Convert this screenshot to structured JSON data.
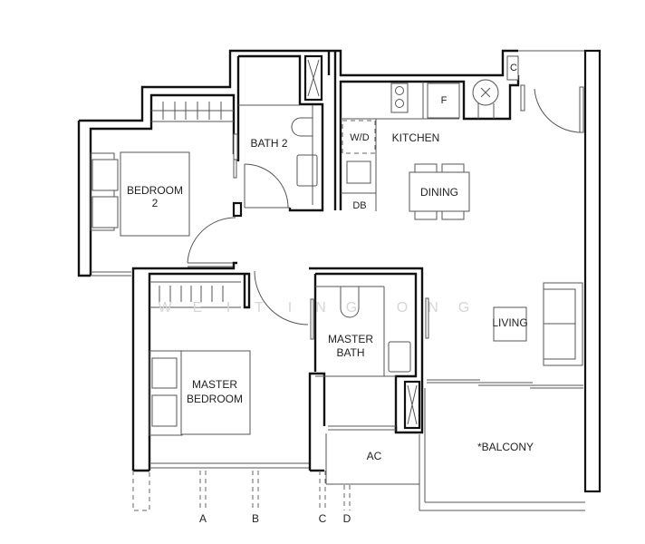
{
  "floorplan": {
    "watermark": [
      "W",
      "E",
      "I",
      "T",
      "I",
      "N",
      "G",
      "O",
      "N",
      "G"
    ],
    "rooms": {
      "bedroom2": [
        "BEDROOM",
        "2"
      ],
      "bath2": "BATH 2",
      "kitchen": "KITCHEN",
      "wd": "W/D",
      "db": "DB",
      "fridge": "F",
      "closet": "C",
      "dining": "DINING",
      "living": "LIVING",
      "master_bath": [
        "MASTER",
        "BATH"
      ],
      "master_bedroom": [
        "MASTER",
        "BEDROOM"
      ],
      "ac": "AC",
      "balcony": "*BALCONY"
    },
    "markers": [
      "A",
      "B",
      "C",
      "D"
    ]
  }
}
